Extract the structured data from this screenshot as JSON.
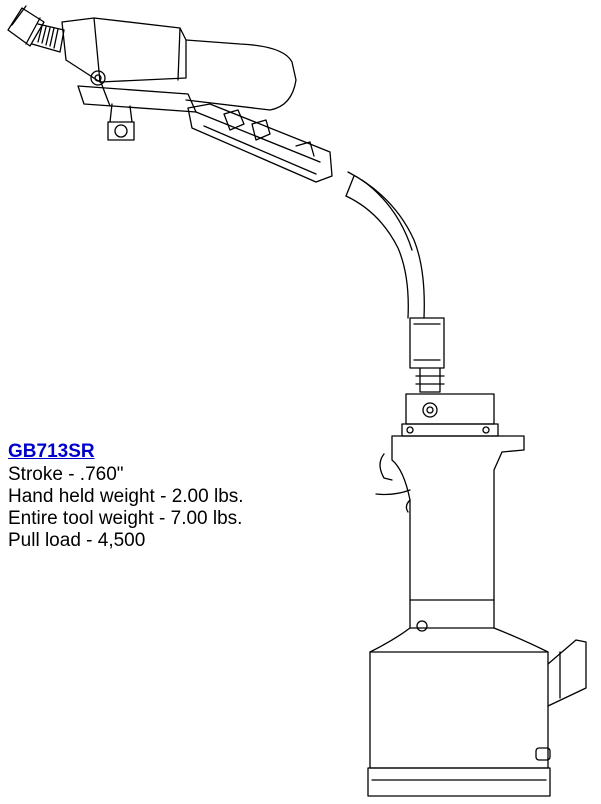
{
  "product": {
    "model": "GB713SR",
    "specs": [
      "Stroke - .760\"",
      "Hand held weight - 2.00 lbs.",
      "Entire tool weight - 7.00 lbs.",
      "Pull load - 4,500"
    ]
  },
  "colors": {
    "link": "#0000cc",
    "line": "#000000",
    "background": "#ffffff"
  }
}
